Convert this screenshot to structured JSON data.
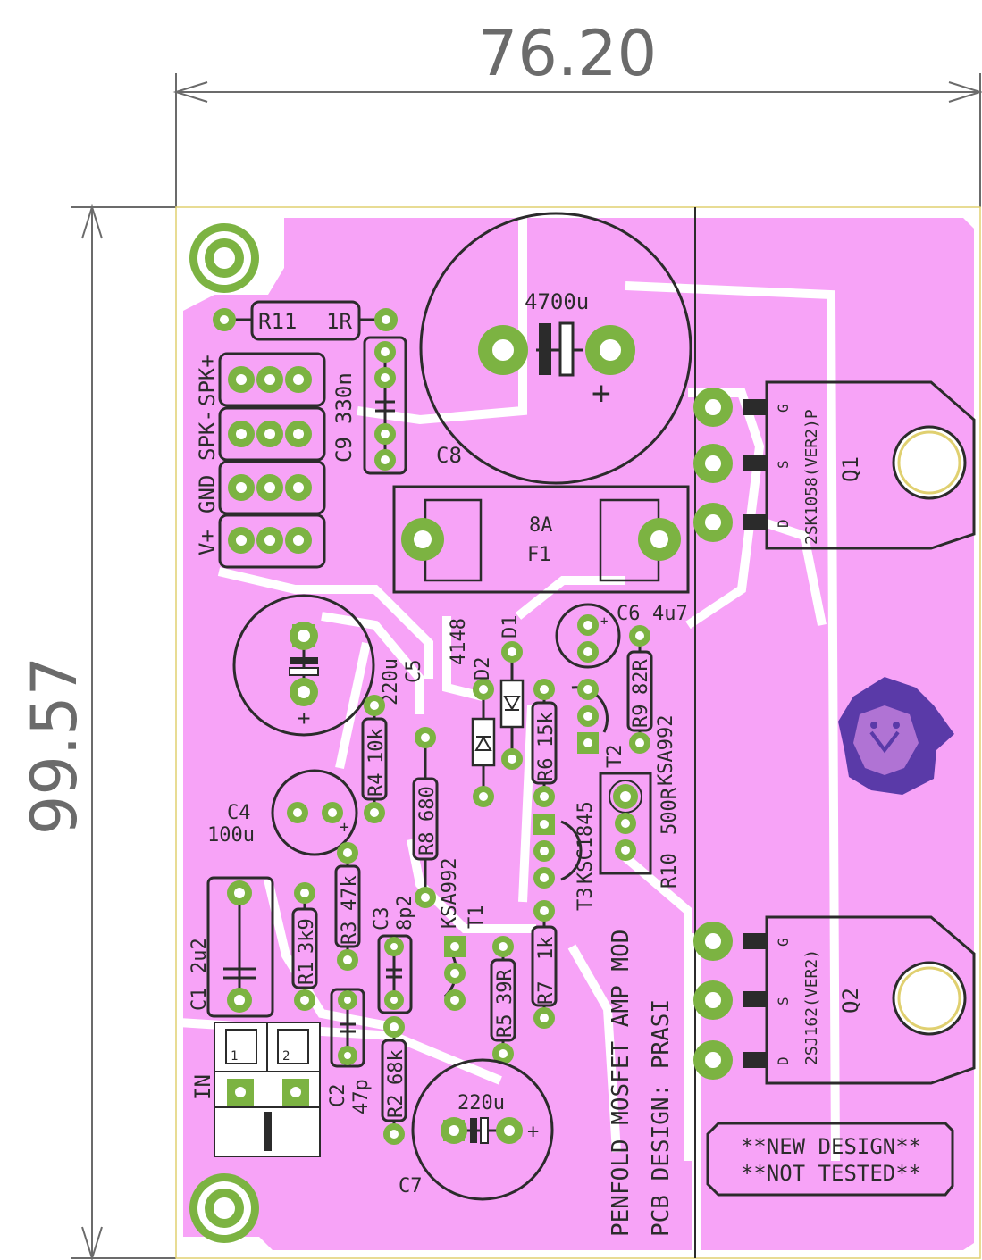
{
  "dimensions": {
    "width": "76.20",
    "height": "99.57"
  },
  "colors": {
    "copper": "#f7a3f7",
    "pad": "#7cb342",
    "hole": "#ffffff",
    "silk": "#2b2b2b",
    "outline": "#e0d070",
    "logo": "#5a3aa8",
    "dimension": "#6b6b6b"
  },
  "connectors": {
    "spk_plus": "SPK+",
    "spk_minus": "SPK-",
    "gnd": "GND",
    "vplus": "V+",
    "input": "IN",
    "in_pin1": "1",
    "in_pin2": "2"
  },
  "components": {
    "r11": "R11",
    "r11_val": "1R",
    "c9": "C9",
    "c9_val": "330n",
    "c8": "C8",
    "c8_val": "4700u",
    "f1": "F1",
    "f1_val": "8A",
    "q1": "Q1",
    "q1_val": "2SK1058(VER2)P",
    "q2": "Q2",
    "q2_val": "2SJ162(VER2)",
    "c5": "C5",
    "c5_val": "220u",
    "d1": "D1",
    "d2": "D2",
    "d_val": "4148",
    "c6": "C6",
    "c6_val": "4u7",
    "r9": "R9",
    "r9_val": "82R",
    "r4": "R4",
    "r4_val": "10k",
    "r6": "R6",
    "r6_val": "15k",
    "t2": "T2",
    "t2_val": "KSA992",
    "r8": "R8",
    "r8_val": "680",
    "c4": "C4",
    "c4_val": "100u",
    "r3": "R3",
    "r3_val": "47k",
    "c3": "C3",
    "c3_val": "8p2",
    "t1": "T1",
    "t1_val": "KSA992",
    "t3": "T3",
    "t3_val": "KSC1845",
    "r10": "R10",
    "r10_val": "500R",
    "r1": "R1",
    "r1_val": "3k9",
    "c1": "C1",
    "c1_val": "2u2",
    "r7": "R7",
    "r7_val": "1k",
    "r5": "R5",
    "r5_val": "39R",
    "c2": "C2",
    "c2_val": "47p",
    "r2": "R2",
    "r2_val": "68k",
    "c7": "C7",
    "c7_val": "220u",
    "gate": "G",
    "source": "S",
    "drain": "D",
    "plus": "+"
  },
  "title": {
    "line1": "PENFOLD MOSFET AMP MOD",
    "line2": "PCB DESIGN: PRASI"
  },
  "note": {
    "line1": "**NEW DESIGN**",
    "line2": "**NOT TESTED**"
  }
}
